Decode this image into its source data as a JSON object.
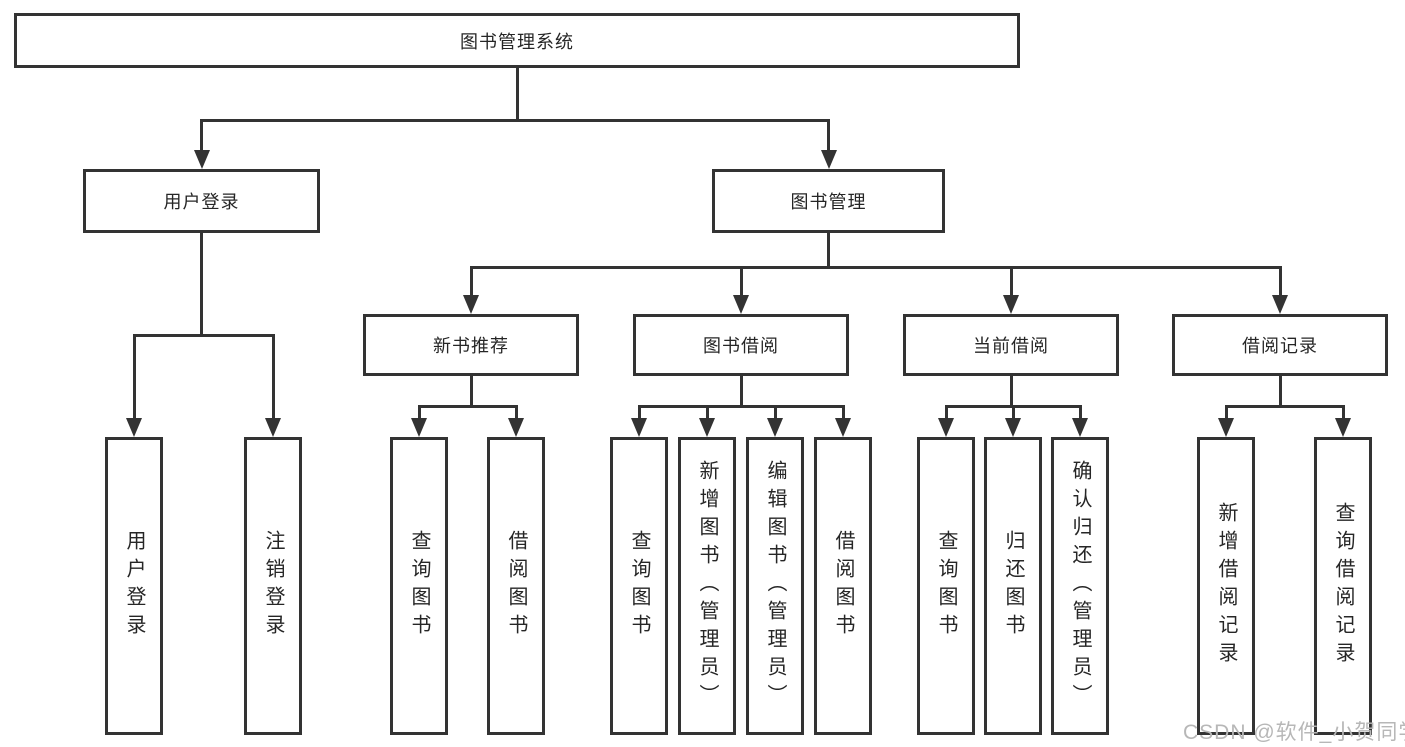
{
  "nodes": {
    "root": "图书管理系统",
    "user_login": "用户登录",
    "book_mgmt": "图书管理",
    "new_books": "新书推荐",
    "borrowing": "图书借阅",
    "current": "当前借阅",
    "records": "借阅记录"
  },
  "leaves": {
    "user_login": [
      "用户登录",
      "注销登录"
    ],
    "new_books": [
      "查询图书",
      "借阅图书"
    ],
    "borrowing": [
      "查询图书",
      "新增图书（管理员）",
      "编辑图书（管理员）",
      "借阅图书"
    ],
    "current": [
      "查询图书",
      "归还图书",
      "确认归还（管理员）"
    ],
    "records": [
      "新增借阅记录",
      "查询借阅记录"
    ]
  },
  "watermark": "CSDN @软件_小贺同学",
  "colors": {
    "line": "#333333",
    "text": "#262626",
    "watermark": "#b7b7b7",
    "background": "#ffffff"
  }
}
